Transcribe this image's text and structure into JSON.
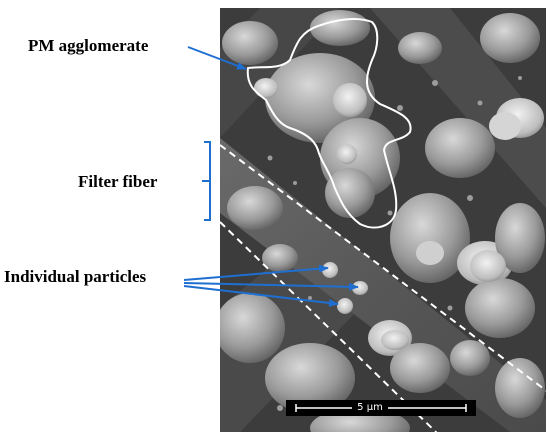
{
  "annotations": {
    "agglomerate_label": "PM agglomerate",
    "fiber_label": "Filter fiber",
    "particles_label": "Individual particles"
  },
  "scale_bar": {
    "text": "5 µm"
  },
  "colors": {
    "arrow": "#1f6fd1",
    "outline": "#ffffff",
    "background": "#ffffff"
  }
}
